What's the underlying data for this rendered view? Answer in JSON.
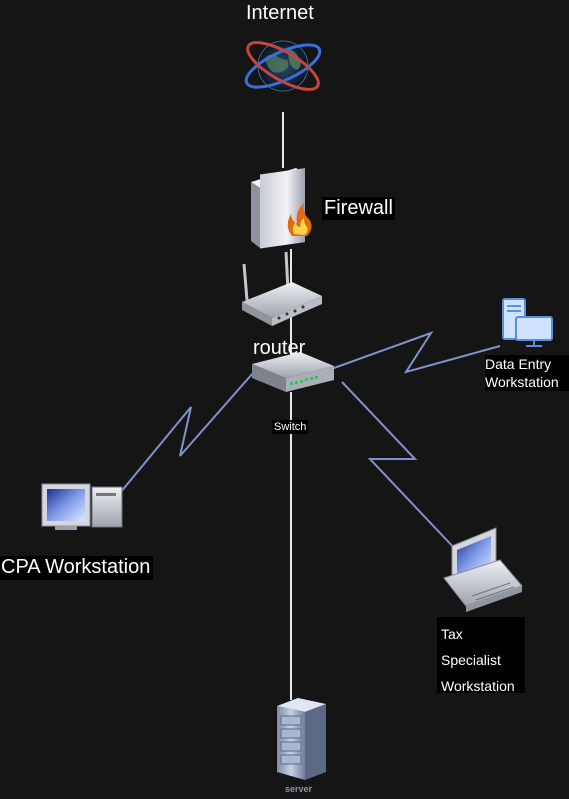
{
  "nodes": {
    "internet": "Internet",
    "firewall": "Firewall",
    "router": "router",
    "switch": "Switch",
    "data_entry": "Data Entry Workstation",
    "cpa": "CPA Workstation",
    "tax": "Tax Specialist Workstation",
    "server": "server"
  },
  "colors": {
    "background": "#151515",
    "wired_link": "#e8e8e8",
    "wireless_link": "#7f92cc",
    "label_text": "#ffffff"
  },
  "links": [
    {
      "from": "Internet",
      "to": "Firewall",
      "type": "wired"
    },
    {
      "from": "Firewall",
      "to": "router",
      "type": "wired"
    },
    {
      "from": "Switch",
      "to": "server",
      "type": "wired"
    },
    {
      "from": "Switch",
      "to": "Data Entry Workstation",
      "type": "wireless"
    },
    {
      "from": "Switch",
      "to": "CPA Workstation",
      "type": "wireless"
    },
    {
      "from": "Switch",
      "to": "Tax Specialist Workstation",
      "type": "wireless"
    }
  ],
  "icons": [
    "globe-icon",
    "firewall-icon",
    "router-icon",
    "switch-icon",
    "desktop-pc-icon",
    "workstation-icon",
    "server-rack-icon"
  ]
}
